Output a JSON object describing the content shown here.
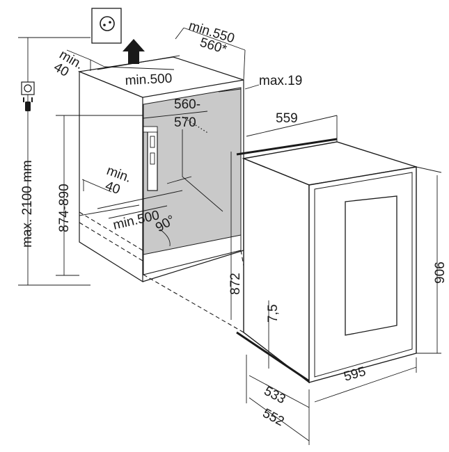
{
  "dimensions": {
    "min_550": "min.550",
    "d_560_star": "560*",
    "min_40_top_a": "min.",
    "min_40_top_b": "40",
    "min_500_top": "min.500",
    "max_19": "max.19",
    "d_560_570_a": "560-",
    "d_560_570_b": "570",
    "d_559": "559",
    "min_40_bottom_a": "min.",
    "min_40_bottom_b": "40",
    "min_500_bottom": "min.500",
    "angle_90": "90°",
    "d_874_890": "874-890",
    "max_2100": "max. 2100 mm",
    "d_872": "872",
    "d_906": "906",
    "d_7_5": "7,5",
    "d_533": "533",
    "d_552": "552",
    "d_595": "595"
  },
  "icons": {
    "wall_socket": "wall-socket-icon",
    "socket_symbol": "socket-symbol-icon",
    "plug": "plug-icon",
    "airflow_arrow": "airflow-up-arrow-icon"
  }
}
